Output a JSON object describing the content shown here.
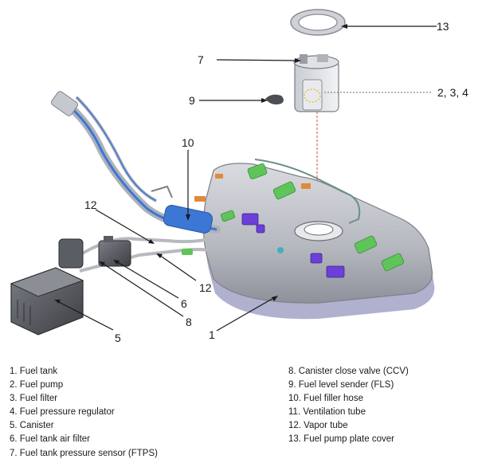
{
  "callouts": {
    "c1": "1",
    "c5": "5",
    "c6": "6",
    "c7": "7",
    "c8": "8",
    "c9": "9",
    "c10": "10",
    "c12a": "12",
    "c12b": "12",
    "c13": "13",
    "c234": "2, 3, 4"
  },
  "legend": {
    "left": [
      "1. Fuel tank",
      "2. Fuel pump",
      "3. Fuel filter",
      "4. Fuel pressure regulator",
      "5. Canister",
      "6. Fuel tank air filter",
      "7. Fuel tank pressure sensor (FTPS)"
    ],
    "right": [
      "8. Canister close valve (CCV)",
      "9. Fuel level sender (FLS)",
      "10. Fuel filler hose",
      "11. Ventilation tube",
      "12. Vapor tube",
      "13. Fuel pump plate cover"
    ]
  },
  "colors": {
    "tank": "#b9bcc3",
    "tank_shadow": "#6f6fa8",
    "hose_blue": "#3d77d6",
    "pad_green": "#5fc45a",
    "pad_purple": "#6b3fd8",
    "pad_orange": "#e08a3a",
    "leader": "#1a1a1a",
    "dashed_red": "#e04a4a"
  }
}
